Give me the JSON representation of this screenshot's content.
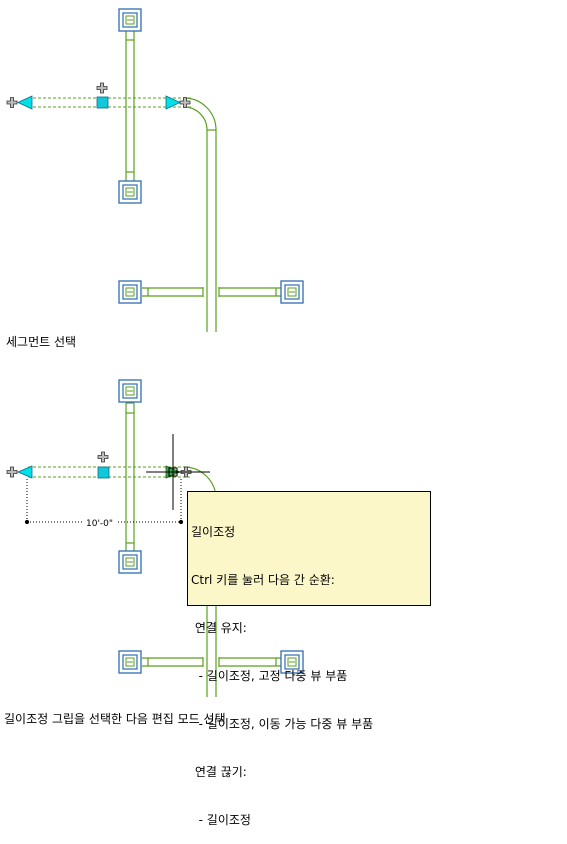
{
  "captions": {
    "top": "세그먼트 선택",
    "bottom": "길이조정 그립을 선택한 다음 편집 모드 선택"
  },
  "dimension": {
    "label": "10'-0\""
  },
  "tooltip": {
    "title": "길이조정",
    "line1": "Ctrl 키를 눌러 다음 간 순환:",
    "line2": " 연결 유지:",
    "line3": "  - 길이조정, 고정 다중 뷰 부품",
    "line4": "  - 길이조정, 이동 가능 다중 뷰 부품",
    "line5": " 연결 끊기:",
    "line6": "  - 길이조정"
  },
  "colors": {
    "pipe": "#5aa01e",
    "grip_arrow": "#00e0e8",
    "grip_square": "#10c8d8",
    "fixture": "#2f6db4",
    "tooltip_bg": "#fbf7c9"
  }
}
